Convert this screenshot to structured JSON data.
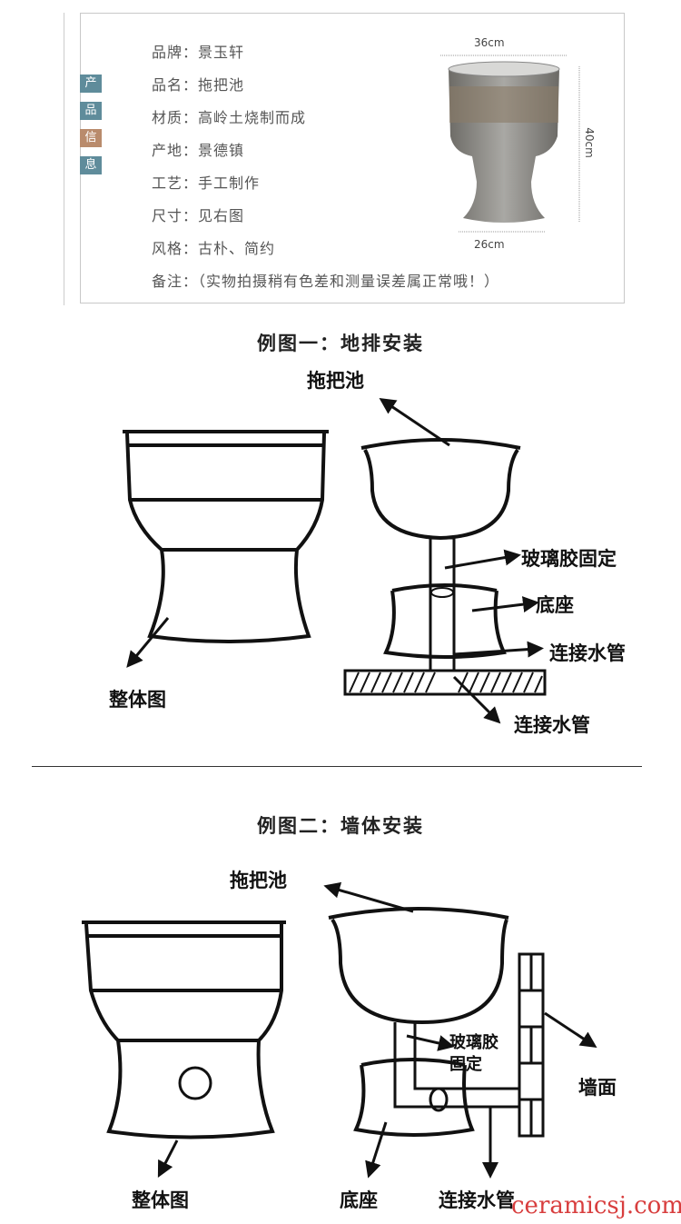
{
  "side_tabs": [
    {
      "label": "产",
      "color": "#5f8c9b"
    },
    {
      "label": "品",
      "color": "#5f8c9b"
    },
    {
      "label": "信",
      "color": "#b98b6c"
    },
    {
      "label": "息",
      "color": "#5f8c9b"
    }
  ],
  "info_rows": [
    "品牌：景玉轩",
    "品名：拖把池",
    "材质：高岭土烧制而成",
    "产地：景德镇",
    "工艺：手工制作",
    "尺寸：见右图",
    "风格：古朴、简约",
    "备注：（实物拍摄稍有色差和测量误差属正常哦！）"
  ],
  "dimensions": {
    "top": "36cm",
    "height": "40cm",
    "bottom": "26cm"
  },
  "diagram1": {
    "title": "例图一：地排安装",
    "labels": {
      "whole": "整体图",
      "basin": "拖把池",
      "glue": "玻璃胶固定",
      "base": "底座",
      "pipe1": "连接水管",
      "pipe2": "连接水管"
    }
  },
  "diagram2": {
    "title": "例图二：墙体安装",
    "labels": {
      "whole": "整体图",
      "basin": "拖把池",
      "glue1": "玻璃胶",
      "glue2": "固定",
      "wall": "墙面",
      "base": "底座",
      "pipe": "连接水管"
    }
  },
  "watermark": "ceramicsj.com"
}
